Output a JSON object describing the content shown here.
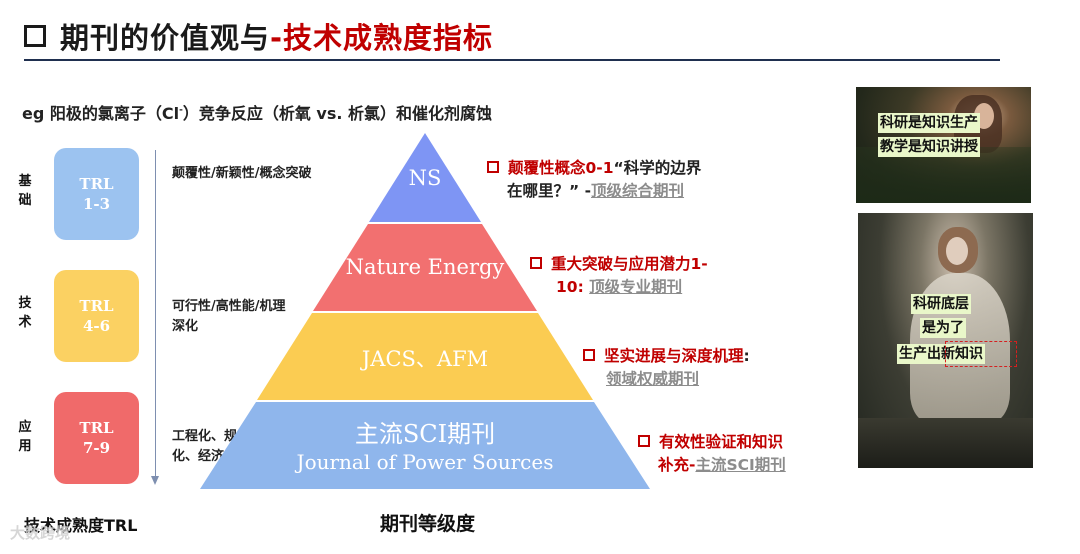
{
  "title": {
    "main": "期刊的价值观与",
    "red": "-技术成熟度指标"
  },
  "subtitle": {
    "before": "eg 阳极的氯离子（Cl",
    "sup": "-",
    "after": "）竞争反应（析氧 vs. 析氯）和催化剂腐蚀"
  },
  "trl_stages": [
    {
      "stage": "基础",
      "label": "TRL",
      "range": "1-3",
      "desc": "颠覆性/新颖性/概念突破"
    },
    {
      "stage": "技术",
      "label": "TRL",
      "range": "4-6",
      "desc_line1": "可行性/高性能/机理",
      "desc_line2": "深化"
    },
    {
      "stage": "应用",
      "label": "TRL",
      "range": "7-9",
      "desc_line1": "工程化、规模",
      "desc_line2": "化、经济性"
    }
  ],
  "pyramid": {
    "levels": [
      {
        "text": "NS",
        "color": "#7e95f4"
      },
      {
        "text": "Nature Energy",
        "color": "#f27070"
      },
      {
        "text": "JACS、AFM",
        "color": "#fbcc52"
      },
      {
        "text": "主流SCI期刊",
        "text2": "Journal of Power Sources",
        "color": "#8fb6ec"
      }
    ]
  },
  "notes": [
    {
      "line1_red": "颠覆性概念0-1",
      "line1_dark": "“科学的边界",
      "line2_dark": "在哪里？”",
      "line2_dash": " -",
      "line2_grey": "顶级综合期刊"
    },
    {
      "line1_red": "重大突破与应用潜力1-",
      "line2_red": "10: ",
      "line2_grey": "顶级专业期刊"
    },
    {
      "line1_red": "坚实进展与深度机理",
      "line1_dark": ":",
      "line2_grey": "领域权威期刊"
    },
    {
      "line1_red": "有效性验证和知识",
      "line2_red": "补充-",
      "line2_grey": "主流SCI期刊"
    }
  ],
  "images": {
    "top_tag_line1": "科研是知识生产",
    "top_tag_line2": "教学是知识讲授",
    "bottom_tag_line1": "科研底层",
    "bottom_tag_line2": "是为了",
    "bottom_tag_line3a": "生产出",
    "bottom_tag_line3b": "新知识"
  },
  "bottom_labels": {
    "left": "技术成熟度TRL",
    "center": "期刊等级度"
  },
  "watermark": "大数跨境"
}
